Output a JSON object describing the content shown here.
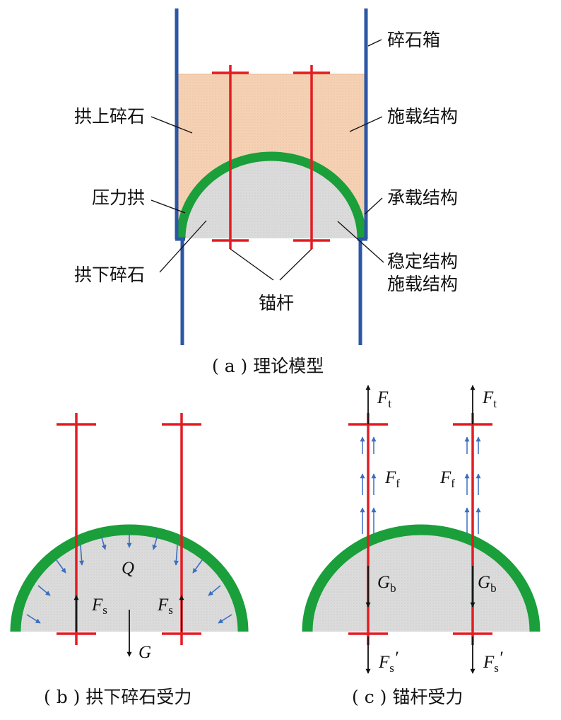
{
  "colors": {
    "box_wall": "#2c57a6",
    "bolt": "#e21d23",
    "arch": "#1a9f3a",
    "upper_fill": "#f6d2b4",
    "lower_fill": "#d9d9d9",
    "pressure_arrow": "#3b6ec0",
    "force_arrow": "#111111"
  },
  "panel_a": {
    "caption": "( a ) 理论模型",
    "labels": {
      "box": "碎石箱",
      "upper_gravel": "拱上碎石",
      "loading_structure": "施载结构",
      "pressure_arch": "压力拱",
      "bearing_structure": "承载结构",
      "lower_gravel": "拱下碎石",
      "stabilizing_structure": "稳定结构",
      "loading_structure_2": "施载结构",
      "anchor_bolt": "锚杆"
    }
  },
  "panel_b": {
    "caption": "( b ) 拱下碎石受力",
    "symbols": {
      "Q": "Q",
      "Fs_main": "F",
      "Fs_sub": "s",
      "G": "G"
    }
  },
  "panel_c": {
    "caption": "( c ) 锚杆受力",
    "symbols": {
      "F": "F",
      "Ft_sub": "t",
      "Ff_sub": "f",
      "G": "G",
      "Gb_sub": "b",
      "Fs_sub": "s",
      "prime": "′"
    }
  }
}
